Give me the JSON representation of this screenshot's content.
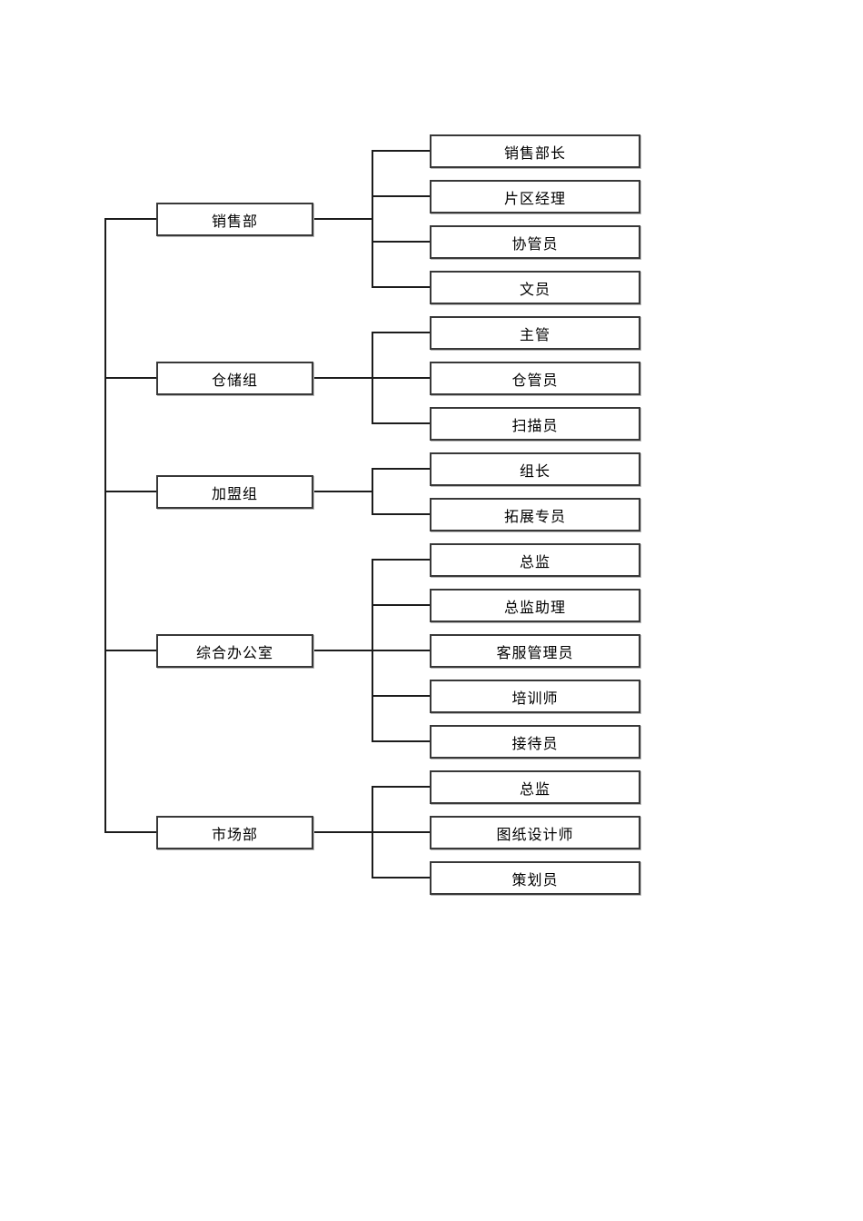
{
  "diagram": {
    "type": "org-chart",
    "colors": {
      "background": "#ffffff",
      "box_border": "#383838",
      "connector_line": "#1c1c1c",
      "text": "#000000"
    },
    "groups": [
      {
        "parent": {
          "label": "销售部"
        },
        "children": [
          {
            "label": "销售部长"
          },
          {
            "label": "片区经理"
          },
          {
            "label": "协管员"
          },
          {
            "label": "文员"
          }
        ]
      },
      {
        "parent": {
          "label": "仓储组"
        },
        "children": [
          {
            "label": "主管"
          },
          {
            "label": "仓管员"
          },
          {
            "label": "扫描员"
          }
        ]
      },
      {
        "parent": {
          "label": "加盟组"
        },
        "children": [
          {
            "label": "组长"
          },
          {
            "label": "拓展专员"
          }
        ]
      },
      {
        "parent": {
          "label": "综合办公室"
        },
        "children": [
          {
            "label": "总监"
          },
          {
            "label": "总监助理"
          },
          {
            "label": "客服管理员"
          },
          {
            "label": "培训师"
          },
          {
            "label": "接待员"
          }
        ]
      },
      {
        "parent": {
          "label": "市场部"
        },
        "children": [
          {
            "label": "总监"
          },
          {
            "label": "图纸设计师"
          },
          {
            "label": "策划员"
          }
        ]
      }
    ]
  }
}
